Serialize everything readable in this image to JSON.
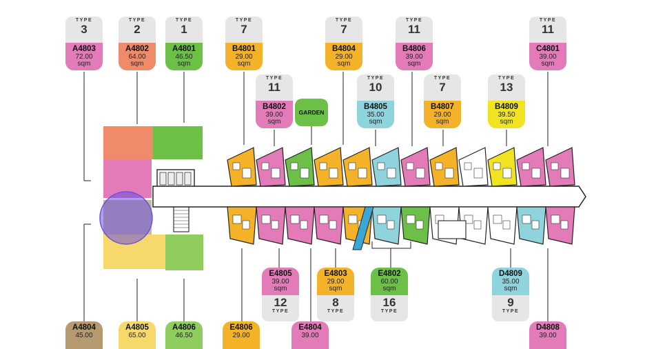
{
  "colors": {
    "pink": "#e27bb8",
    "salmon": "#ef8a6a",
    "green": "#6cc048",
    "orange": "#f4b228",
    "cyan": "#8fd3dc",
    "yellow": "#efe322",
    "tan": "#b59a70",
    "pale_yellow": "#f6d96a",
    "light_green": "#8ecd5e",
    "highlight": "#6a4fe0"
  },
  "type_word": "TYPE",
  "unit_label": "sqm",
  "top_tags": [
    {
      "type": "3",
      "code": "A4803",
      "area": "72.00",
      "color": "pink"
    },
    {
      "type": "2",
      "code": "A4802",
      "area": "64.00",
      "color": "salmon"
    },
    {
      "type": "1",
      "code": "A4801",
      "area": "46.50",
      "color": "green"
    },
    {
      "type": "7",
      "code": "B4801",
      "area": "29.00",
      "color": "orange"
    },
    {
      "type": "11",
      "code": "B4802",
      "area": "39.00",
      "color": "pink"
    },
    {
      "type": "7",
      "code": "B4804",
      "area": "29.00",
      "color": "orange"
    },
    {
      "type": "10",
      "code": "B4805",
      "area": "35.00",
      "color": "cyan"
    },
    {
      "type": "11",
      "code": "B4806",
      "area": "39.00",
      "color": "pink"
    },
    {
      "type": "7",
      "code": "B4807",
      "area": "29.00",
      "color": "orange"
    },
    {
      "type": "13",
      "code": "B4809",
      "area": "39.50",
      "color": "yellow"
    },
    {
      "type": "11",
      "code": "C4801",
      "area": "39.00",
      "color": "pink"
    }
  ],
  "garden_label": "GARDEN",
  "mid_bottom_tags": [
    {
      "type": "12",
      "code": "E4805",
      "area": "39.00",
      "color": "pink"
    },
    {
      "type": "8",
      "code": "E4803",
      "area": "29.00",
      "color": "orange"
    },
    {
      "type": "16",
      "code": "E4802",
      "area": "60.00",
      "color": "green"
    },
    {
      "type": "9",
      "code": "D4809",
      "area": "35.00",
      "color": "cyan"
    }
  ],
  "bottom_tags": [
    {
      "code": "A4804",
      "area": "45.00",
      "color": "tan"
    },
    {
      "code": "A4805",
      "area": "65.00",
      "color": "pale_yellow"
    },
    {
      "code": "A4806",
      "area": "46.50",
      "color": "light_green"
    },
    {
      "code": "E4806",
      "area": "29.00",
      "color": "orange"
    },
    {
      "code": "E4804",
      "area": "39.00",
      "color": "pink"
    },
    {
      "code": "D4808",
      "area": "39.00",
      "color": "pink"
    }
  ]
}
